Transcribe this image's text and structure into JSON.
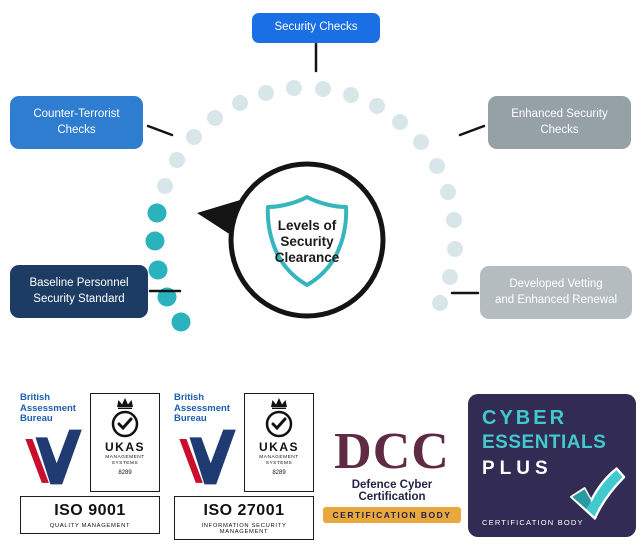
{
  "colors": {
    "dot_pale": "#d9e6e9",
    "dot_teal": "#2ab3bc",
    "shield_teal": "#35b6bd",
    "bab_blue": "#1c5fae",
    "bab_navy": "#203a72",
    "bab_red": "#c8102e",
    "dcc_maroon": "#5e2a44",
    "dcc_navy": "#232347",
    "dcc_gold": "#e9a83e",
    "ce_bg": "#322c54",
    "ce_teal": "#41c9cd"
  },
  "diagram": {
    "center": {
      "line1": "Levels of",
      "line2": "Security",
      "line3": "Clearance"
    },
    "nodes": [
      {
        "label": "Security Checks",
        "color": "#1a6fe4"
      },
      {
        "label": "Counter-Terrorist\nChecks",
        "color": "#2e7dd1"
      },
      {
        "label": "Enhanced Security\nChecks",
        "color": "#95a1a6"
      },
      {
        "label": "Baseline Personnel\nSecurity Standard",
        "color": "#1d3c63"
      },
      {
        "label": "Developed Vetting\nand Enhanced Renewal",
        "color": "#b4bcbf"
      }
    ]
  },
  "badges": {
    "iso": [
      {
        "bureau": "British\nAssessment\nBureau",
        "ukas_name": "UKAS",
        "ukas_sub": "MANAGEMENT\nSYSTEMS",
        "ukas_number": "8289",
        "standard": "ISO 9001",
        "category": "QUALITY MANAGEMENT"
      },
      {
        "bureau": "British\nAssessment\nBureau",
        "ukas_name": "UKAS",
        "ukas_sub": "MANAGEMENT\nSYSTEMS",
        "ukas_number": "8289",
        "standard": "ISO 27001",
        "category": "INFORMATION SECURITY MANAGEMENT"
      }
    ],
    "dcc": {
      "acronym": "DCC",
      "name": "Defence Cyber Certification",
      "banner": "CERTIFICATION BODY"
    },
    "cyber_essentials": {
      "line1": "CYBER",
      "line2": "ESSENTIALS",
      "line3": "PLUS",
      "footer": "CERTIFICATION BODY"
    }
  }
}
